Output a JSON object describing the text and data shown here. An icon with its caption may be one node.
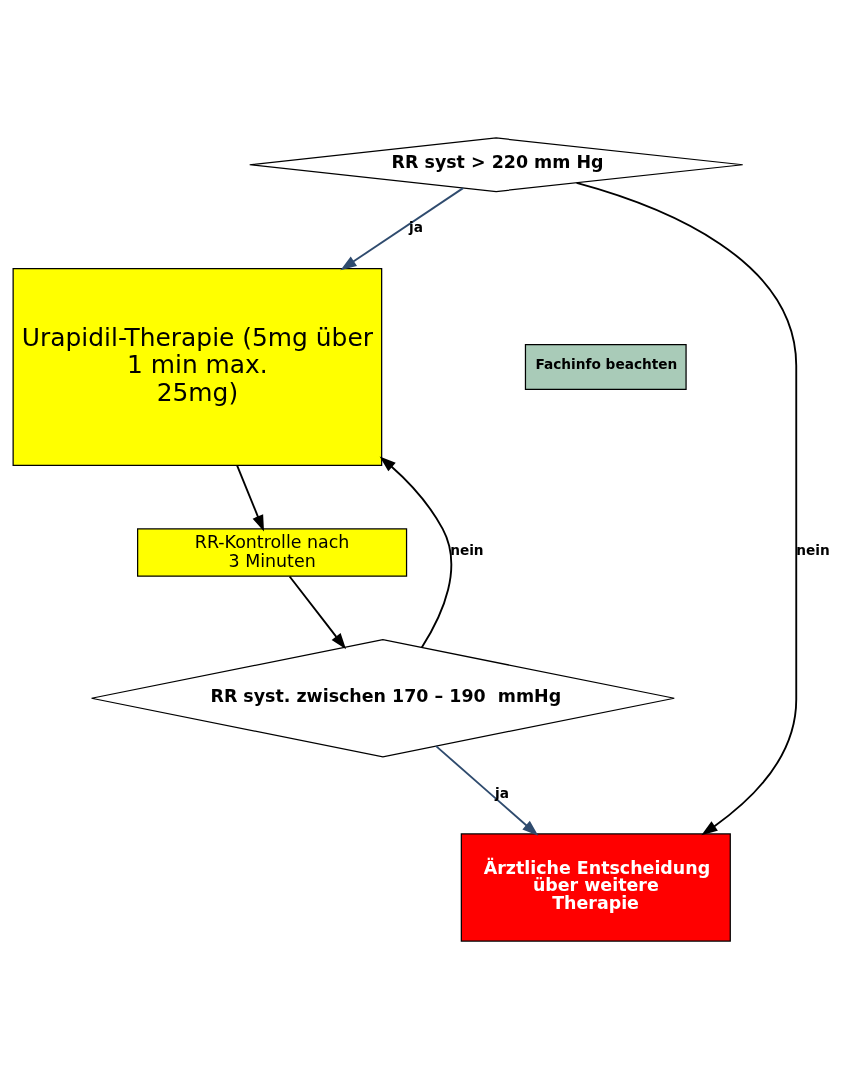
{
  "diagram": {
    "nodes": [
      {
        "text": [
          "RR syst > 220 mm Hg"
        ]
      },
      {
        "text": [
          "Urapidil-Therapie (5mg über 1 min max. 25mg)"
        ]
      },
      {
        "text": [
          "Fachinfo beachten"
        ]
      },
      {
        "text": [
          "RR-Kontrolle nach 3 Minuten"
        ]
      },
      {
        "text": [
          "RR syst. zwischen 170 – 190  mmHg"
        ]
      },
      {
        "text": [
          "Ärztliche Entscheidung über weitere Therapie"
        ]
      }
    ],
    "edges": [
      {
        "from": 0,
        "to": 1,
        "arrow": "to",
        "label": "ja",
        "color": "#2f4b6e"
      },
      {
        "from": 0,
        "to": 5,
        "arrow": "to",
        "label": "nein"
      },
      {
        "from": 1,
        "to": 3,
        "arrow": "to"
      },
      {
        "from": 3,
        "to": 4,
        "arrow": "to"
      },
      {
        "from": 4,
        "to": 1,
        "arrow": "to",
        "label": "nein"
      },
      {
        "from": 4,
        "to": 5,
        "arrow": "to",
        "label": "ja",
        "color": "#2f4b6e"
      }
    ]
  }
}
